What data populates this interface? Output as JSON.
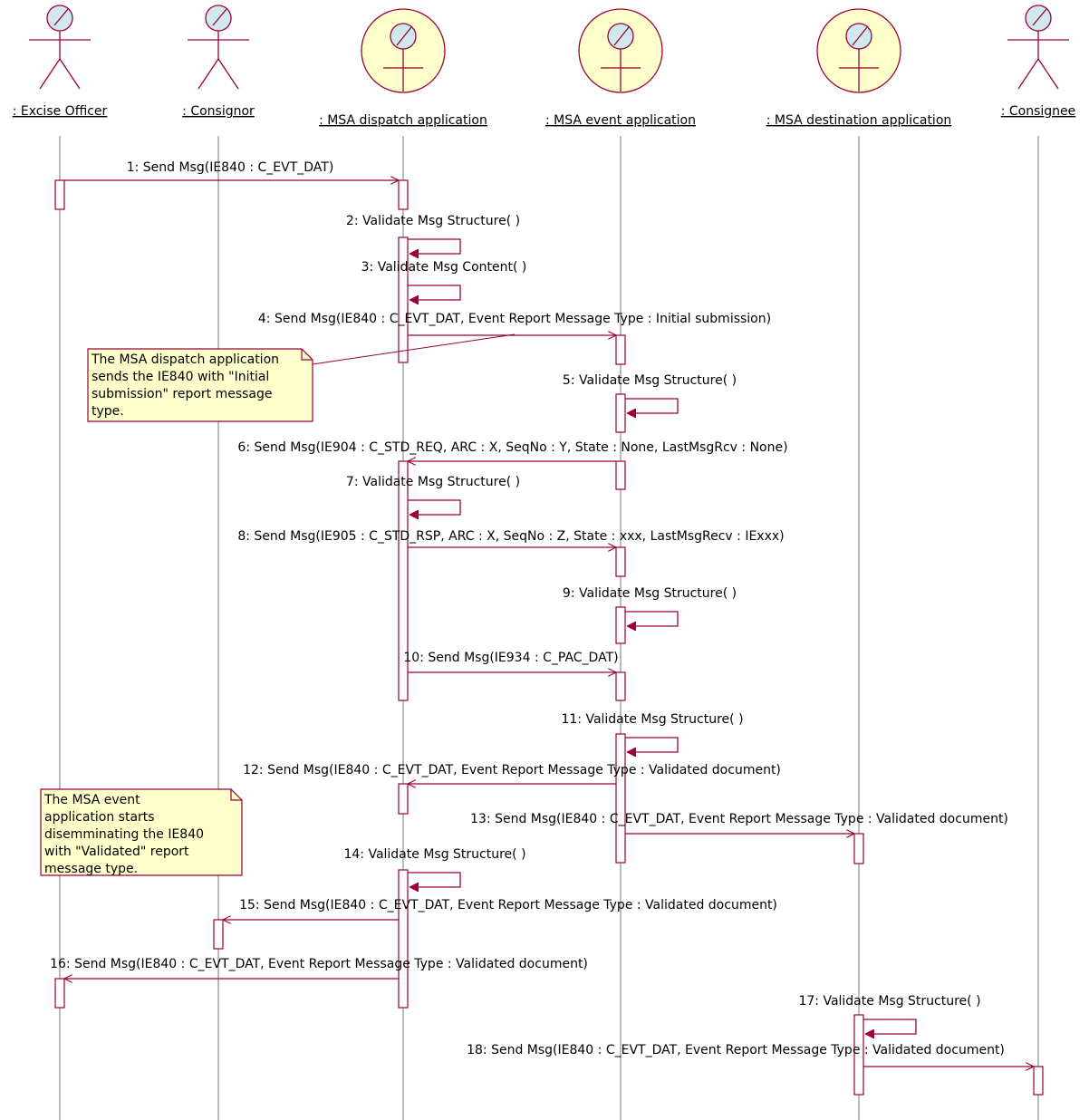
{
  "colors": {
    "line": "#99003A",
    "actor_head_fill": "#cfe9ef",
    "box_fill": "#ffffcc",
    "lifeline": "#777777"
  },
  "participants": [
    {
      "id": "excise_officer",
      "kind": "actor",
      "name": ": Excise Officer",
      "icon": "actor-stick-figure-icon"
    },
    {
      "id": "consignor",
      "kind": "actor",
      "name": ": Consignor",
      "icon": "actor-stick-figure-icon"
    },
    {
      "id": "msa_dispatch",
      "kind": "control",
      "name": ": MSA dispatch application",
      "icon": "control-circle-icon"
    },
    {
      "id": "msa_event",
      "kind": "control",
      "name": ": MSA event application",
      "icon": "control-circle-icon"
    },
    {
      "id": "msa_destination",
      "kind": "control",
      "name": ": MSA destination application",
      "icon": "control-circle-icon"
    },
    {
      "id": "consignee",
      "kind": "actor",
      "name": ": Consignee",
      "icon": "actor-stick-figure-icon"
    }
  ],
  "messages": [
    {
      "label": "1: Send Msg(IE840 : C_EVT_DAT)",
      "from": "excise_officer",
      "to": "msa_dispatch"
    },
    {
      "label": "2: Validate Msg Structure( )",
      "from": "msa_dispatch",
      "to": "msa_dispatch"
    },
    {
      "label": "3: Validate Msg Content( )",
      "from": "msa_dispatch",
      "to": "msa_dispatch"
    },
    {
      "label": "4: Send Msg(IE840 : C_EVT_DAT, Event Report Message Type : Initial submission)",
      "from": "msa_dispatch",
      "to": "msa_event"
    },
    {
      "label": "5: Validate Msg Structure( )",
      "from": "msa_event",
      "to": "msa_event"
    },
    {
      "label": "6: Send Msg(IE904 : C_STD_REQ, ARC : X, SeqNo : Y, State : None, LastMsgRcv : None)",
      "from": "msa_event",
      "to": "msa_dispatch"
    },
    {
      "label": "7: Validate Msg Structure( )",
      "from": "msa_dispatch",
      "to": "msa_dispatch"
    },
    {
      "label": "8: Send Msg(IE905 : C_STD_RSP, ARC : X, SeqNo : Z, State : xxx, LastMsgRecv : IExxx)",
      "from": "msa_dispatch",
      "to": "msa_event"
    },
    {
      "label": "9: Validate Msg Structure( )",
      "from": "msa_event",
      "to": "msa_event"
    },
    {
      "label": "10: Send Msg(IE934 : C_PAC_DAT)",
      "from": "msa_dispatch",
      "to": "msa_event"
    },
    {
      "label": "11: Validate Msg Structure( )",
      "from": "msa_event",
      "to": "msa_event"
    },
    {
      "label": "12: Send Msg(IE840 : C_EVT_DAT, Event Report Message Type : Validated document)",
      "from": "msa_event",
      "to": "msa_dispatch"
    },
    {
      "label": "13: Send Msg(IE840 : C_EVT_DAT, Event Report Message Type : Validated document)",
      "from": "msa_event",
      "to": "msa_destination"
    },
    {
      "label": "14: Validate Msg Structure( )",
      "from": "msa_dispatch",
      "to": "msa_dispatch"
    },
    {
      "label": "15: Send Msg(IE840 : C_EVT_DAT, Event Report Message Type : Validated document)",
      "from": "msa_dispatch",
      "to": "consignor"
    },
    {
      "label": "16: Send Msg(IE840 : C_EVT_DAT, Event Report Message Type : Validated document)",
      "from": "msa_dispatch",
      "to": "excise_officer"
    },
    {
      "label": "17: Validate Msg Structure( )",
      "from": "msa_destination",
      "to": "msa_destination"
    },
    {
      "label": "18: Send Msg(IE840 : C_EVT_DAT, Event Report Message Type : Validated document)",
      "from": "msa_destination",
      "to": "consignee"
    }
  ],
  "notes": [
    {
      "lines": [
        "The MSA dispatch application",
        "sends the IE840 with \"Initial",
        "submission\" report message",
        "type."
      ]
    },
    {
      "lines": [
        "The MSA event",
        "application starts",
        "disemminating the IE840",
        "with \"Validated\" report",
        "message type."
      ]
    }
  ]
}
